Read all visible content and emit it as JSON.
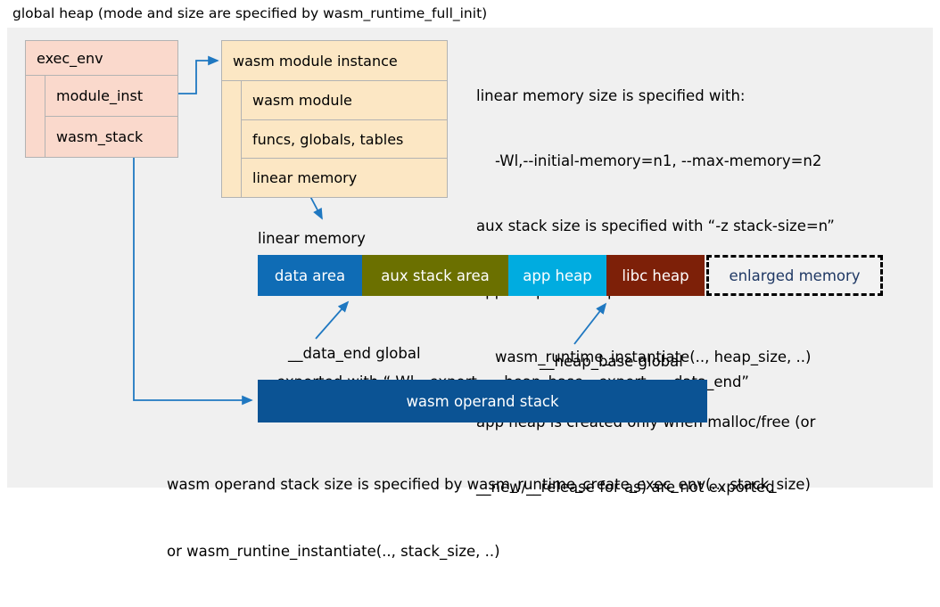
{
  "title": "global heap (mode and size are specified by wasm_runtime_full_init)",
  "exec_env": {
    "header": "exec_env",
    "rows": [
      "module_inst",
      "wasm_stack"
    ]
  },
  "module_instance": {
    "header": "wasm module instance",
    "rows": [
      "wasm module",
      "funcs, globals, tables",
      "linear memory"
    ]
  },
  "notes": [
    "linear memory size is specified with:",
    "    -Wl,--initial-memory=n1, --max-memory=n2",
    "aux stack size is specified with “-z stack-size=n”",
    "app heap size is specified with:",
    "    wasm_runtime_instantiate(.., heap_size, ..)",
    "app heap is created only when malloc/free (or",
    "__new/__release for as) are not exported"
  ],
  "linear_memory": {
    "label": "linear memory",
    "segments": [
      {
        "label": "data area",
        "color": "#0f6cb5",
        "width": 117
      },
      {
        "label": "aux stack area",
        "color": "#6b7000",
        "width": 164
      },
      {
        "label": "app heap",
        "color": "#00ace0",
        "width": 110
      },
      {
        "label": "libc heap",
        "color": "#7d2008",
        "width": 110
      },
      {
        "label": "enlarged memory",
        "color": "#f2f2f2",
        "width": 198
      }
    ]
  },
  "annotations": {
    "data_end": "__data_end global",
    "heap_base": "__heap_base global",
    "exported": "exported with “-Wl,--export=__heap_base,--export=__data_end”"
  },
  "operand_stack": {
    "label": "wasm operand stack",
    "color": "#0b5394"
  },
  "bottom_notes": [
    "wasm operand stack size is specified by wasm_runtime_create_exec_env(.., stack_size)",
    "or wasm_runtine_instantiate(.., stack_size, ..)"
  ],
  "colors": {
    "canvas": "#f0f0f0",
    "exec_env_fill": "#fad9cc",
    "module_inst_fill": "#fce7c4",
    "connector": "#1f78c1"
  }
}
